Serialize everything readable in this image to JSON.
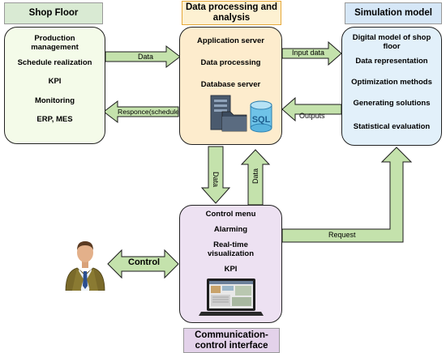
{
  "headers": {
    "shop_floor": "Shop Floor",
    "data_processing": "Data processing and analysis",
    "simulation": "Simulation model",
    "comm": "Communication-control interface"
  },
  "shop_floor": {
    "items": [
      "Production management",
      "Schedule realization",
      "KPI",
      "Monitoring",
      "ERP, MES"
    ]
  },
  "server": {
    "items": [
      "Application server",
      "Data processing",
      "Database server"
    ],
    "sql": "SQL"
  },
  "simulation": {
    "items": [
      "Digital model of shop floor",
      "Data representation",
      "Optimization methods",
      "Generating solutions",
      "Statistical evaluation"
    ]
  },
  "comm": {
    "items": [
      "Control menu",
      "Alarming",
      "Real-time visualization",
      "KPI"
    ]
  },
  "arrows": {
    "data_right": "Data",
    "response": "Responce(schedule)",
    "input_data": "Input data",
    "outputs": "Outputs",
    "data_down": "Data",
    "data_up": "Data",
    "request": "Request",
    "control": "Control"
  },
  "colors": {
    "arrow_fill": "#c4e2ac",
    "arrow_stroke": "#1b1b1b",
    "shop_floor_bg": "#f4fbe9",
    "shop_floor_header": "#d9ead3",
    "server_bg": "#fdeccd",
    "server_header": "#fdf1d2",
    "sim_bg": "#e2f0fa",
    "sim_header": "#d6e7f7",
    "comm_bg": "#ede1f2",
    "comm_header": "#e3d2ea"
  }
}
